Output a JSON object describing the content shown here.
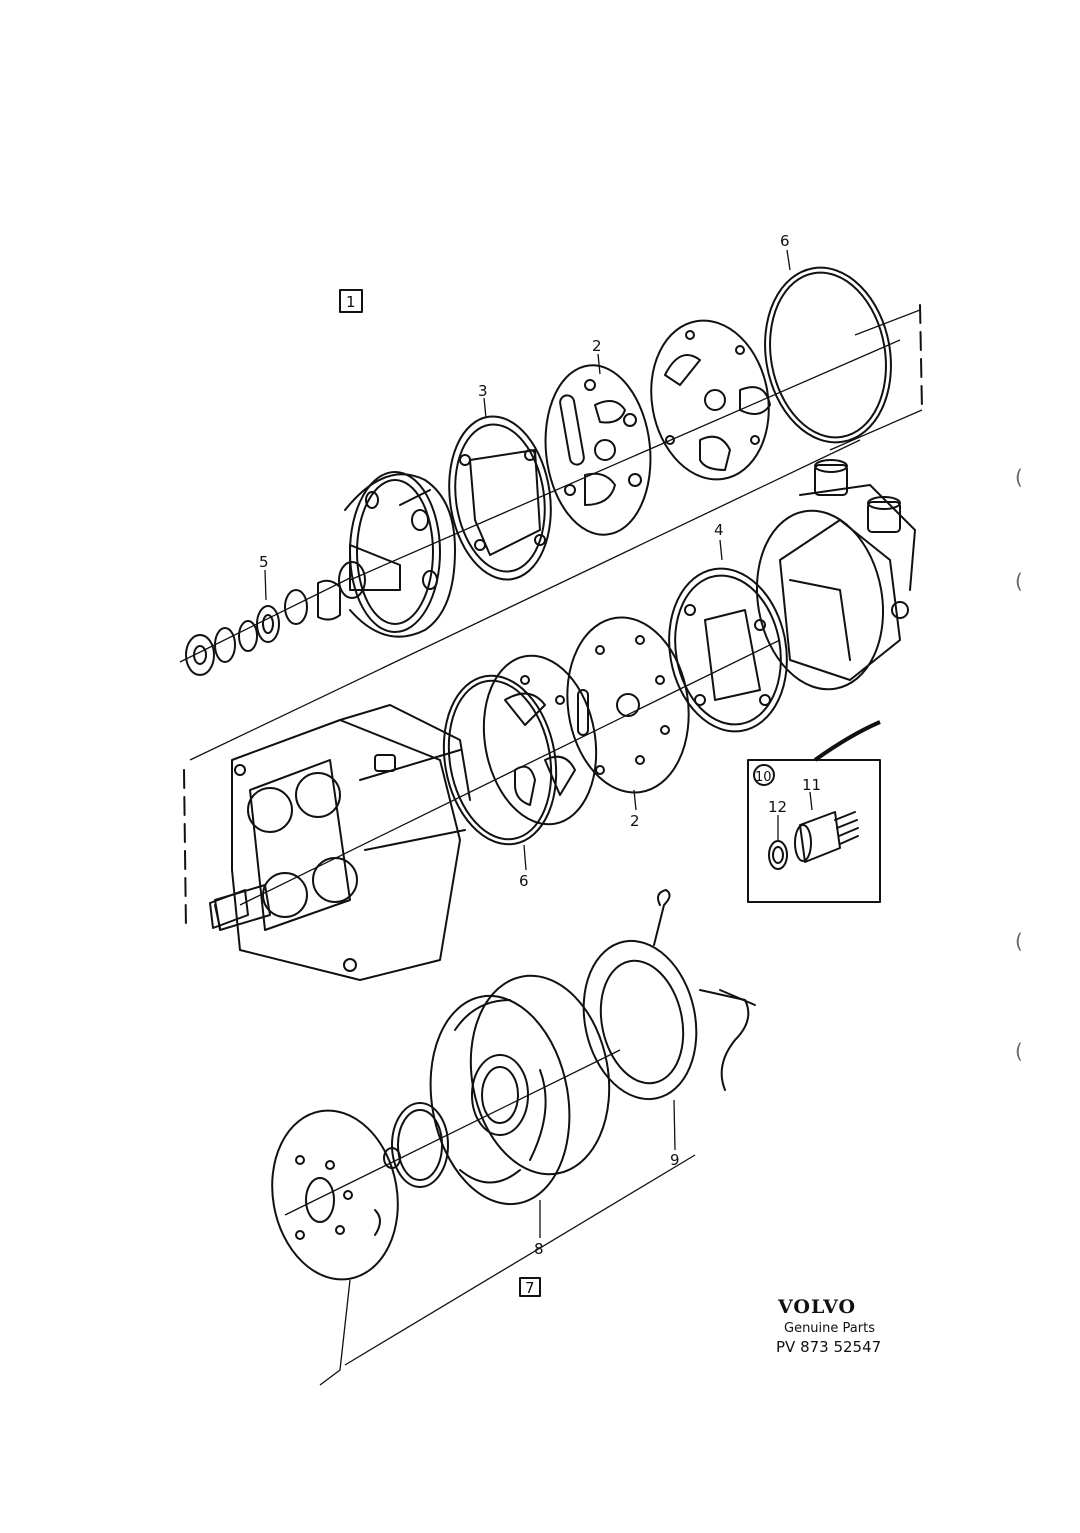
{
  "callouts": {
    "c6_top": "6",
    "c2_top": "2",
    "c3": "3",
    "c5": "5",
    "c4": "4",
    "c2_mid": "2",
    "c6_mid": "6",
    "c11": "11",
    "c12": "12",
    "c9": "9",
    "c8": "8"
  },
  "boxed_labels": {
    "b1": "1",
    "b7": "7",
    "b10": "10"
  },
  "brand": {
    "name": "VOLVO",
    "tagline": "Genuine Parts",
    "part_code": "PV 873 52547"
  },
  "margin_marks": {
    "m1": "(",
    "m2": "(",
    "m3": "(",
    "m4": "("
  }
}
